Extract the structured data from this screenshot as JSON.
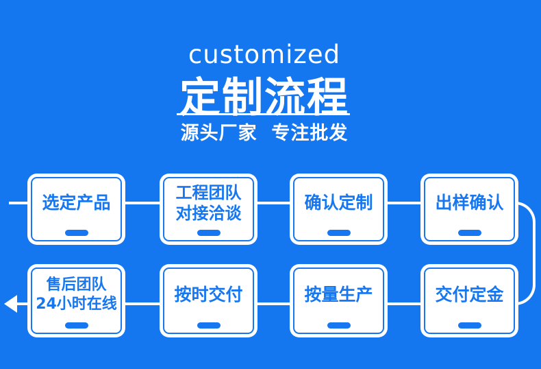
{
  "theme": {
    "background_color": "#1577F0",
    "box_background": "#FFFFFF",
    "box_border_color": "#1677F0",
    "box_text_color": "#1677F0",
    "connector_color": "#FFFFFF",
    "header_text_color": "#FFFFFF"
  },
  "header": {
    "subtitle_en": "customized",
    "title": "定制流程",
    "tagline": "源头厂家  专注批发"
  },
  "flow": {
    "row1": [
      {
        "line1": "选定产品",
        "line2": ""
      },
      {
        "line1": "工程团队",
        "line2": "对接洽谈"
      },
      {
        "line1": "确认定制",
        "line2": ""
      },
      {
        "line1": "出样确认",
        "line2": ""
      }
    ],
    "row2": [
      {
        "line1": "售后团队",
        "line2": "24小时在线"
      },
      {
        "line1": "按时交付",
        "line2": ""
      },
      {
        "line1": "按量生产",
        "line2": ""
      },
      {
        "line1": "交付定金",
        "line2": ""
      }
    ]
  }
}
